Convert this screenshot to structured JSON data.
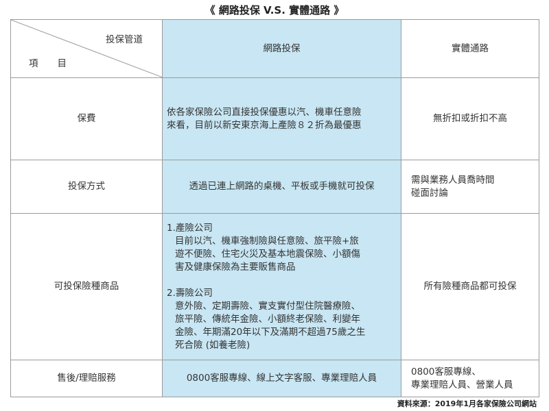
{
  "title": "《 網路投保 V.S. 實體通路 》",
  "header": {
    "channel_label": "投保管道",
    "item_label": "項目",
    "online": "網路投保",
    "physical": "實體通路"
  },
  "rows": [
    {
      "label": "保費",
      "online": [
        "依各家保險公司直接投保優惠以汽、機車任意險",
        "來看，目前以新安東京海上產險８２折為最優惠"
      ],
      "physical": [
        "無折扣或折扣不高"
      ]
    },
    {
      "label": "投保方式",
      "online": [
        "透過已連上網路的桌機、平板或手機就可投保"
      ],
      "physical": [
        "需與業務人員喬時間",
        "碰面討論"
      ]
    },
    {
      "label": "可投保險種商品",
      "online_sections": [
        {
          "heading": "1.產險公司",
          "lines": [
            "目前以汽、機車強制險與任意險、旅平險+旅",
            "遊不便險、住宅火災及基本地震保險、小額傷",
            "害及健康保險為主要販售商品"
          ]
        },
        {
          "heading": "2.壽險公司",
          "lines": [
            "意外險、定期壽險、實支實付型住院醫療險、",
            "旅平險、傳統年金險、小額終老保險、利變年",
            "金險、年期滿20年以下及滿期不超過75歲之生",
            "死合險 (如養老險)"
          ]
        }
      ],
      "physical": [
        "所有險種商品都可投保"
      ]
    },
    {
      "label": "售後/理賠服務",
      "online": [
        "0800客服專線、線上文字客服、專業理賠人員"
      ],
      "physical": [
        "0800客服專線、",
        "專業理賠人員、營業人員"
      ]
    }
  ],
  "source": "資料來源：2019年1月各家保險公司網站",
  "colors": {
    "online_bg": "#c8e6f3",
    "border": "#9a9a9a"
  }
}
